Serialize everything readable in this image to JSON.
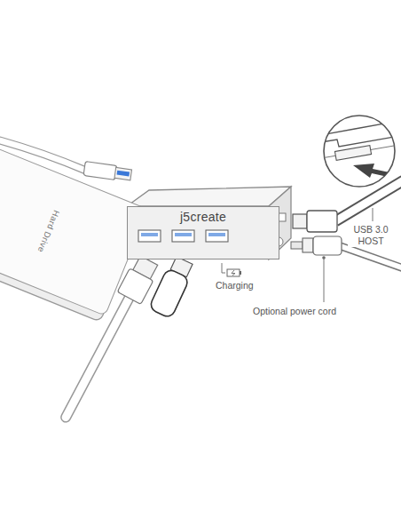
{
  "diagram": {
    "nodes": [
      {
        "text": [
          "Hard Drive"
        ]
      },
      {
        "text": [
          "j5create"
        ]
      }
    ],
    "labels": [
      "Charging",
      "Optional power cord",
      "USB 3.0 HOST"
    ]
  }
}
